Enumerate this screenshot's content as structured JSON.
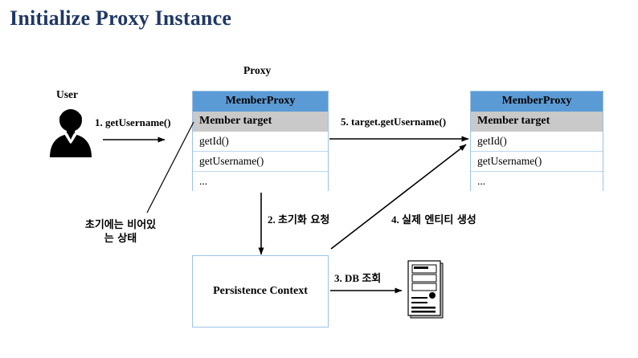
{
  "slide": {
    "title": "Initialize Proxy Instance",
    "title_color": "#1F3864",
    "background": "#ffffff"
  },
  "colors": {
    "class_header_blue": "#5B9BD5",
    "class_attr_gray": "#C9C9C9",
    "class_border_blue": "#9DC3E6",
    "arrow_black": "#000000",
    "icon_black": "#000000"
  },
  "actors": {
    "user_label": "User",
    "user_icon": "user-person-icon"
  },
  "group_labels": {
    "proxy": "Proxy"
  },
  "proxy_box_left": {
    "header": "MemberProxy",
    "attribute": "Member target",
    "methods": [
      "getId()",
      "getUsername()",
      "..."
    ]
  },
  "proxy_box_right": {
    "header": "MemberProxy",
    "attribute": "Member target",
    "methods": [
      "getId()",
      "getUsername()",
      "..."
    ]
  },
  "persistence_context": {
    "label": "Persistence Context"
  },
  "database": {
    "icon": "server-database-icon"
  },
  "steps": [
    {
      "id": "step-1",
      "label": "1. getUsername()",
      "script": "latin"
    },
    {
      "id": "step-2",
      "number": "2.",
      "label": "초기화 요청",
      "script": "korean"
    },
    {
      "id": "step-3",
      "number": "3. DB",
      "label": "조회",
      "script": "mixed"
    },
    {
      "id": "step-4",
      "number": "4.",
      "label": "실제 엔티티 생성",
      "script": "korean"
    },
    {
      "id": "step-5",
      "label": "5. target.getUsername()",
      "script": "latin"
    }
  ],
  "notes": {
    "empty_state_line1": "초기에는 비어있",
    "empty_state_line2": "는 상태"
  }
}
